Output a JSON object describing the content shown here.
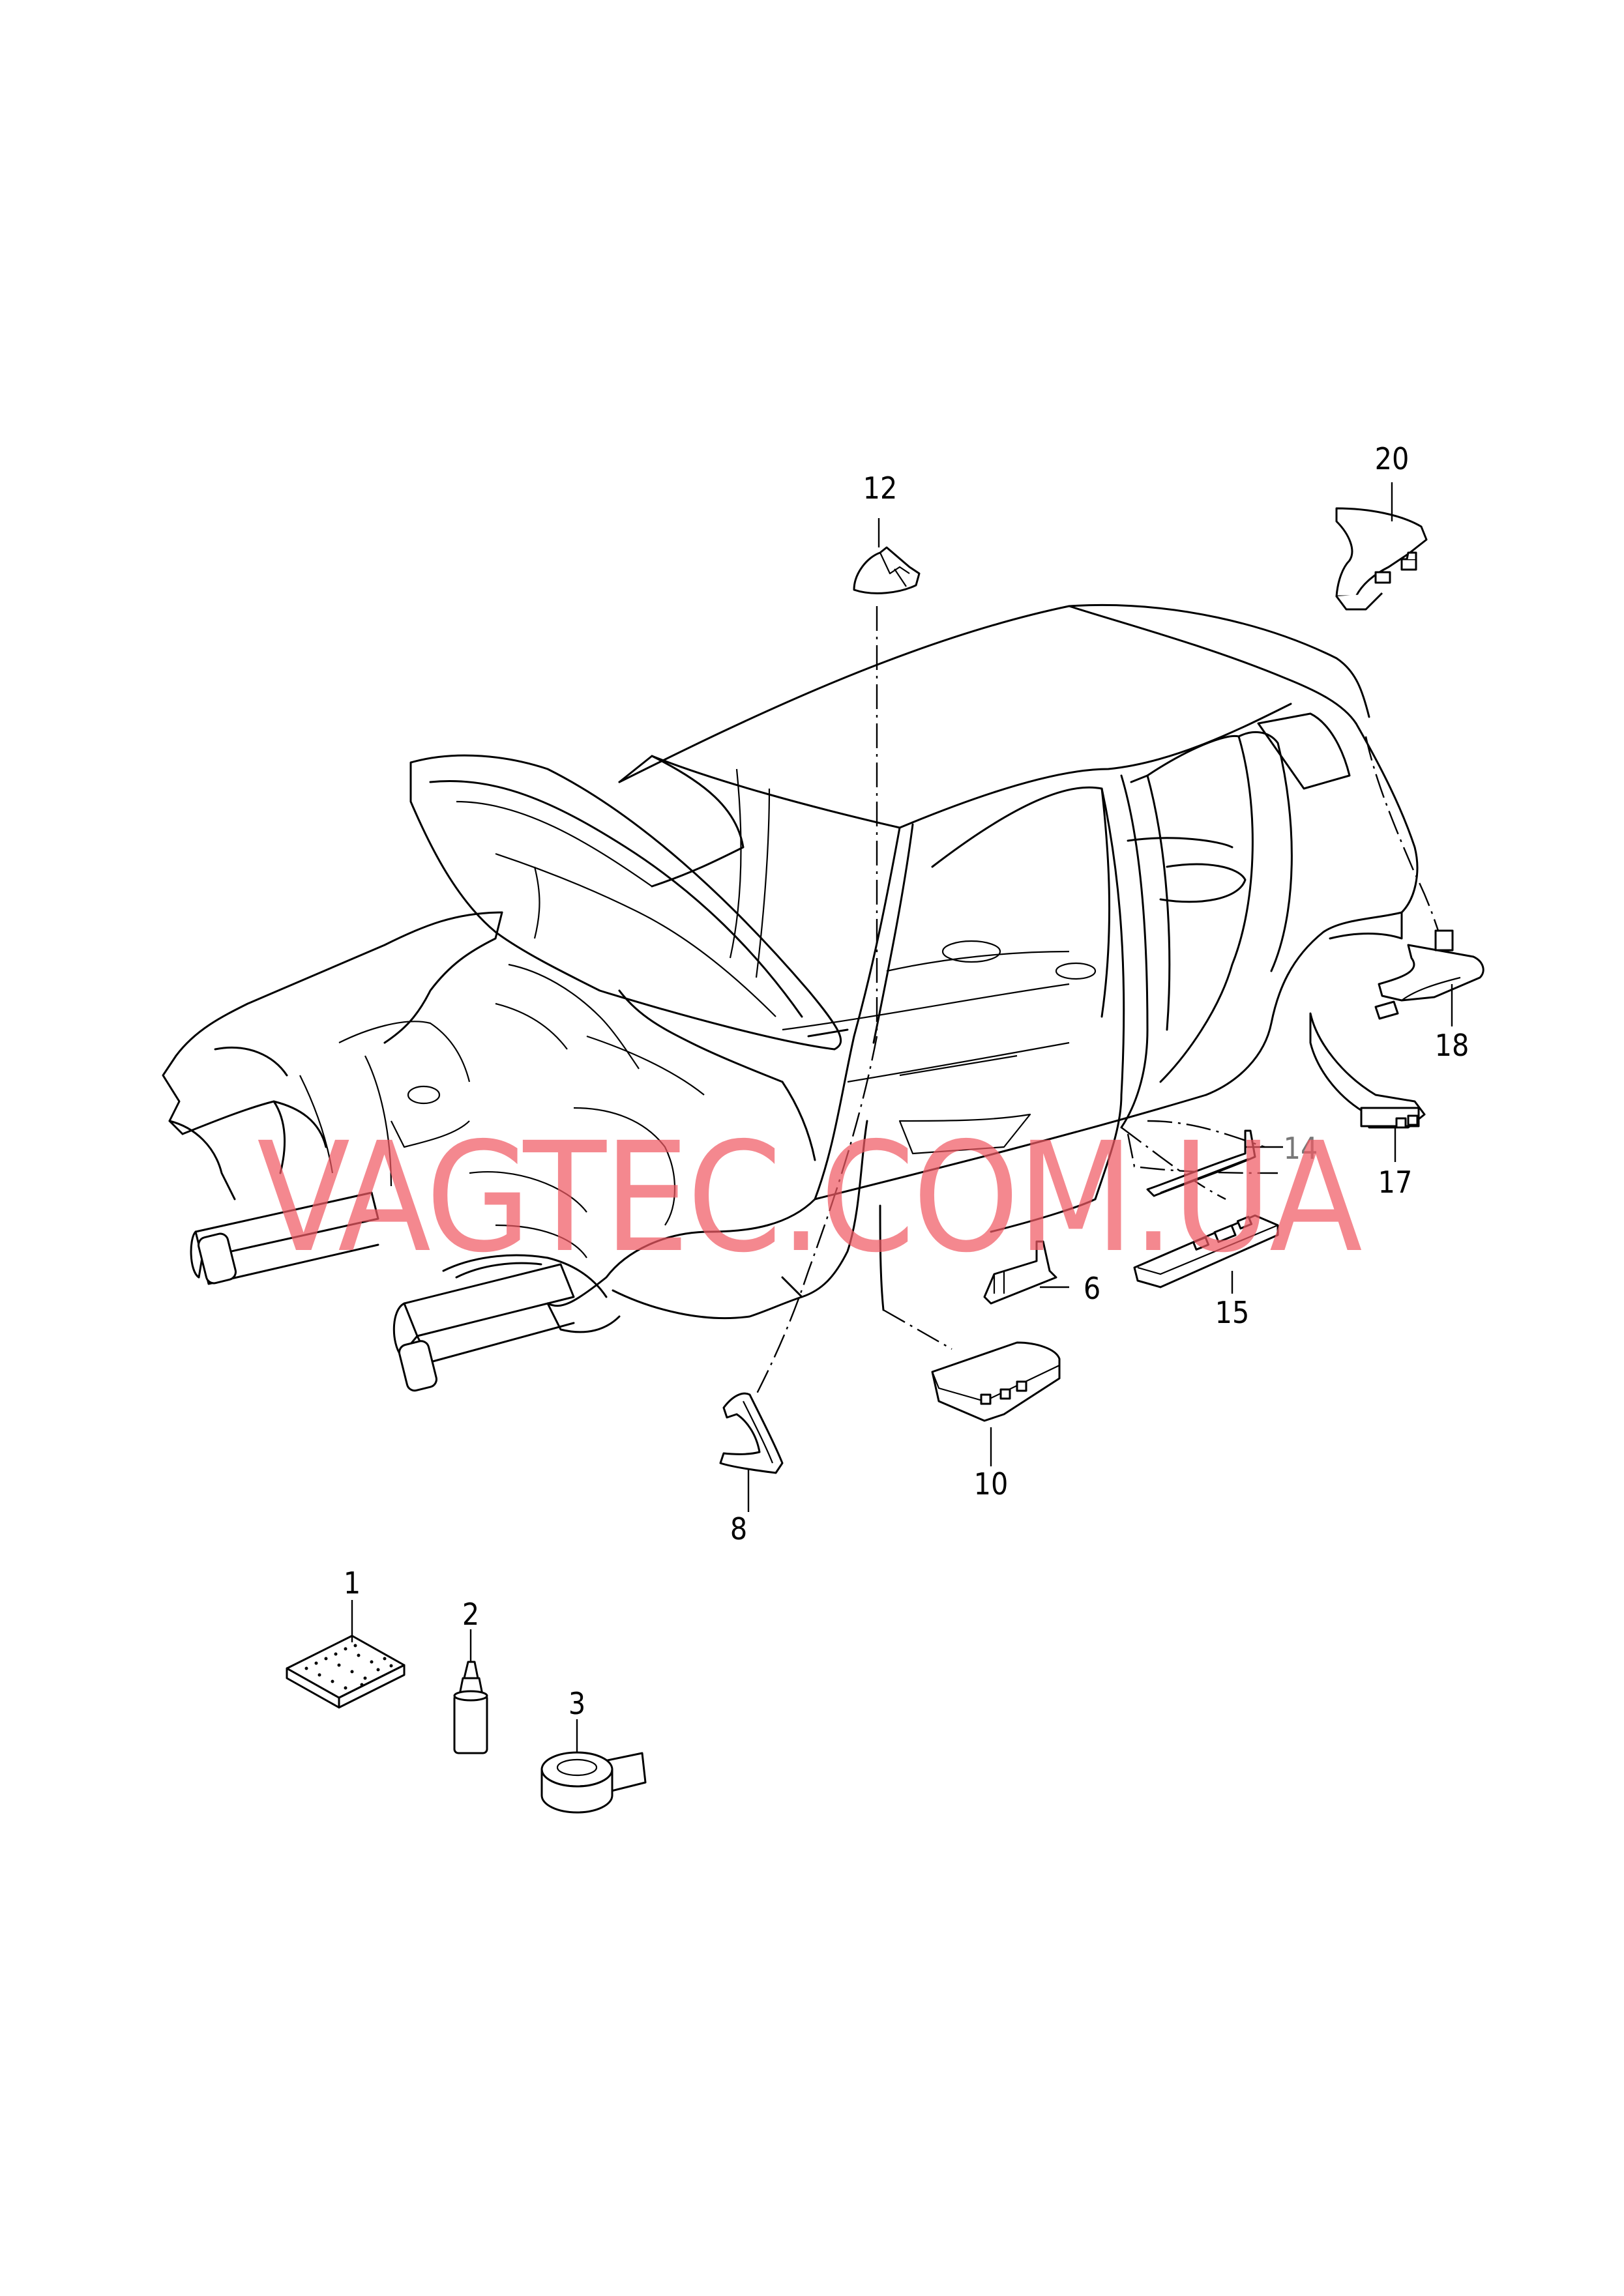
{
  "watermark": "VAGTEC.COM.UA",
  "callouts": {
    "c1": "1",
    "c2": "2",
    "c3": "3",
    "c6": "6",
    "c8": "8",
    "c10": "10",
    "c12": "12",
    "c14": "14",
    "c15": "15",
    "c17": "17",
    "c18": "18",
    "c20": "20"
  },
  "colors": {
    "line": "#000000",
    "watermark": "#f05a64",
    "background": "#ffffff"
  }
}
